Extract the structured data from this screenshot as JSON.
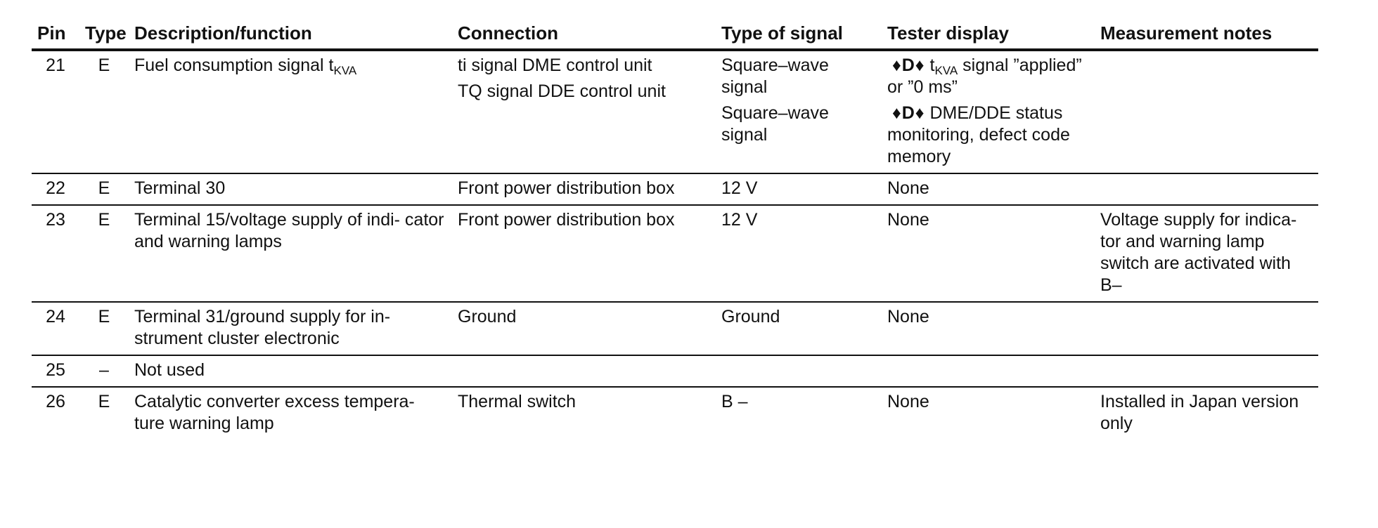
{
  "columns": {
    "pin": "Pin",
    "type": "Type",
    "description": "Description/function",
    "connection": "Connection",
    "signal": "Type of signal",
    "tester": "Tester display",
    "notes": "Measurement notes"
  },
  "rows": [
    {
      "pin": "21",
      "type": "E",
      "description": {
        "prefix": "Fuel consumption signal t",
        "sub": "KVA"
      },
      "connection": [
        "ti signal DME control unit",
        "TQ signal DDE control unit"
      ],
      "signal": [
        "Square–wave signal",
        "Square–wave signal"
      ],
      "tester": [
        {
          "tag": "♦D♦",
          "pre": "t",
          "sub": "KVA",
          "text": " signal ”applied” or ”0 ms”"
        },
        {
          "tag": "♦D♦",
          "pre": "",
          "sub": "",
          "text": " DME/DDE status monitoring, defect code memory"
        }
      ],
      "notes": ""
    },
    {
      "pin": "22",
      "type": "E",
      "description": "Terminal 30",
      "connection": "Front power distribution box",
      "signal": "12 V",
      "tester": "None",
      "notes": ""
    },
    {
      "pin": "23",
      "type": "E",
      "description": "Terminal 15/voltage supply of indi- cator and warning lamps",
      "connection": "Front power distribution box",
      "signal": "12 V",
      "tester": "None",
      "notes": "Voltage supply for indica- tor and warning lamp switch are activated with B–"
    },
    {
      "pin": "24",
      "type": "E",
      "description": "Terminal 31/ground supply for in- strument cluster electronic",
      "connection": "Ground",
      "signal": "Ground",
      "tester": "None",
      "notes": ""
    },
    {
      "pin": "25",
      "type": "–",
      "description": "Not used",
      "connection": "",
      "signal": "",
      "tester": "",
      "notes": ""
    },
    {
      "pin": "26",
      "type": "E",
      "description": "Catalytic converter excess tempera- ture warning lamp",
      "connection": "Thermal switch",
      "signal": "B –",
      "tester": "None",
      "notes": "Installed in Japan version only"
    }
  ]
}
